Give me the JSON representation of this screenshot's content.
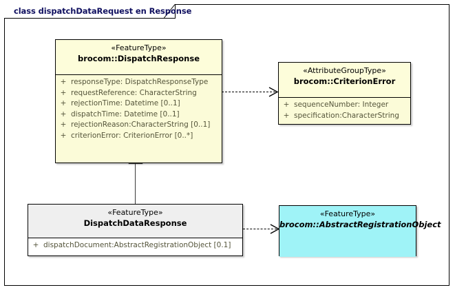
{
  "diagram": {
    "title": "class dispatchDataRequest en Response",
    "colors": {
      "feature_type_fill": "#fbfbd8",
      "abstract_fill": "#9ff3f7",
      "grey_header_fill": "#efefef",
      "border": "#000000",
      "title_text": "#101060",
      "attribute_text": "#54543a"
    }
  },
  "classes": [
    {
      "id": "dispatch-response",
      "stereotype": "«FeatureType»",
      "name": "brocom::DispatchResponse",
      "abstract": false,
      "attributes": [
        {
          "visibility": "+",
          "text": "responseType: DispatchResponseType"
        },
        {
          "visibility": "+",
          "text": "requestReference: CharacterString"
        },
        {
          "visibility": "+",
          "text": "rejectionTime: Datetime [0..1]"
        },
        {
          "visibility": "+",
          "text": "dispatchTime: Datetime [0..1]"
        },
        {
          "visibility": "+",
          "text": "rejectionReason:CharacterString [0..1]"
        },
        {
          "visibility": "+",
          "text": "criterionError: CriterionError [0..*]"
        }
      ]
    },
    {
      "id": "criterion-error",
      "stereotype": "«AttributeGroupType»",
      "name": "brocom::CriterionError",
      "abstract": false,
      "attributes": [
        {
          "visibility": "+",
          "text": "sequenceNumber: Integer"
        },
        {
          "visibility": "+",
          "text": "specification:CharacterString"
        }
      ]
    },
    {
      "id": "dispatch-data-response",
      "stereotype": "«FeatureType»",
      "name": "DispatchDataResponse",
      "abstract": false,
      "attributes": [
        {
          "visibility": "+",
          "text": "dispatchDocument:AbstractRegistrationObject [0.1]"
        }
      ]
    },
    {
      "id": "abstract-registration-object",
      "stereotype": "«FeatureType»",
      "name": "brocom::AbstractRegistrationObject",
      "abstract": true,
      "attributes": []
    }
  ],
  "connectors": [
    {
      "id": "dep-response-to-criterion",
      "type": "dependency",
      "from": "dispatch-response",
      "to": "criterion-error"
    },
    {
      "id": "gen-datares-to-response",
      "type": "generalization",
      "from": "dispatch-data-response",
      "to": "dispatch-response"
    },
    {
      "id": "dep-datares-to-abstract",
      "type": "dependency",
      "from": "dispatch-data-response",
      "to": "abstract-registration-object"
    }
  ]
}
